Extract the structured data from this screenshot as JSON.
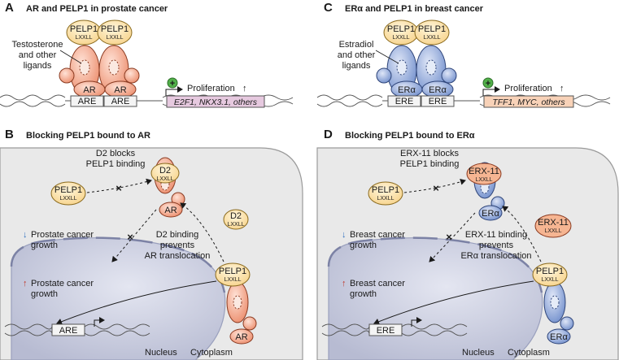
{
  "panels": {
    "A": {
      "letter": "A",
      "title": "AR and PELP1 in prostate cancer",
      "ligand_text": [
        "Testosterone",
        "and other",
        "ligands"
      ],
      "receptor": "AR",
      "element": "ARE",
      "proliferation": "Proliferation",
      "genes": "E2F1, NKX3.1, others"
    },
    "B": {
      "letter": "B",
      "title": "Blocking PELP1 bound to AR",
      "blocker_text": [
        "D2 blocks",
        "PELP1 binding"
      ],
      "blocker": "D2",
      "effect_text": [
        "D2 binding",
        "prevents",
        "AR translocation"
      ],
      "down_text": [
        "Prostate cancer",
        "growth"
      ],
      "up_text": [
        "Prostate cancer",
        "growth"
      ],
      "receptor": "AR",
      "element": "ARE"
    },
    "C": {
      "letter": "C",
      "title": "ERα and PELP1 in breast cancer",
      "ligand_text": [
        "Estradiol",
        "and other",
        "ligands"
      ],
      "receptor": "ERα",
      "element": "ERE",
      "proliferation": "Proliferation",
      "genes": "TFF1, MYC, others"
    },
    "D": {
      "letter": "D",
      "title": "Blocking PELP1 bound to ERα",
      "blocker_text": [
        "ERX-11 blocks",
        "PELP1 binding"
      ],
      "blocker": "ERX-11",
      "effect_text": [
        "ERX-11 binding",
        "prevents",
        "ERα translocation"
      ],
      "down_text": [
        "Breast cancer",
        "growth"
      ],
      "up_text": [
        "Breast cancer",
        "growth"
      ],
      "receptor": "ERα",
      "element": "ERE"
    }
  },
  "pelp1": {
    "name": "PELP1",
    "motif": "LXXLL"
  },
  "compartments": {
    "nucleus": "Nucleus",
    "cytoplasm": "Cytoplasm"
  },
  "symbols": {
    "plus": "+",
    "up_arrow": "↑",
    "down_arrow": "↓",
    "block": "×"
  },
  "colors": {
    "ar_fill": "#f0a68c",
    "ar_stroke": "#8a3b22",
    "er_fill": "#8fa6d6",
    "er_stroke": "#2f4579",
    "pelp1_fill": "#fbe0a6",
    "pelp1_stroke": "#8a6a1e",
    "gene_ar_box": "#e6c9df",
    "gene_er_box": "#f8d2b8",
    "plus_green": "#52b04a",
    "block_red": "#d12b2b",
    "down_blue": "#2f6fbf",
    "up_red": "#c0392b",
    "cell_fill": "#e9e9e9",
    "nucleus_fill": "#cdcfdf"
  }
}
